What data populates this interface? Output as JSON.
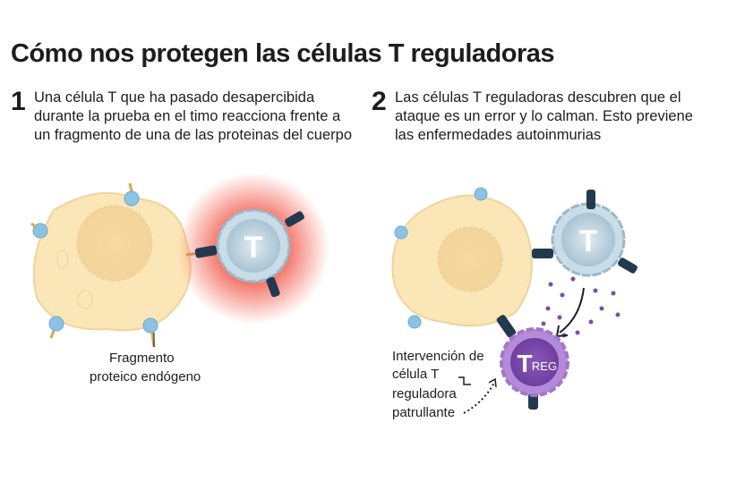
{
  "title": "Cómo nos protegen las células T reguladoras",
  "steps": [
    {
      "number": "1",
      "text": "Una célula T que ha pasado desapercibida durante la prueba en el timo reacciona frente a un fragmento de una de las proteinas del cuerpo"
    },
    {
      "number": "2",
      "text": "Las células T reguladoras descubren que el ataque es un error y lo calman. Esto previene las enfermedades autoinmurias"
    }
  ],
  "labels": {
    "fragment_line1": "Fragmento",
    "fragment_line2": "proteico endógeno",
    "treg_line1": "Intervención de",
    "treg_line2": "célula T",
    "treg_line3": "reguladora",
    "treg_line4": "patrullante",
    "tcell": "T",
    "treg_t": "T",
    "treg_sub": "REG"
  },
  "colors": {
    "cell": "#fbe6b8",
    "tcell": "#c9dde8",
    "treg": "#9b6cc4",
    "glow": "#f04a3a",
    "receptor": "#233a4e"
  }
}
